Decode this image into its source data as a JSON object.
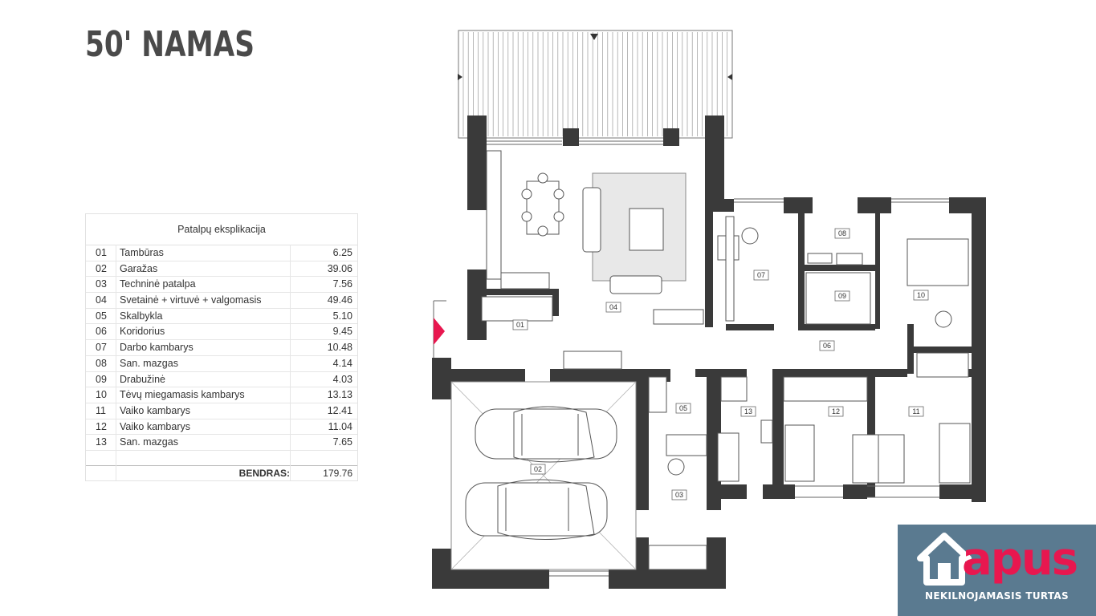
{
  "page": {
    "title": "50' NAMAS"
  },
  "table": {
    "header": "Patalpų eksplikacija",
    "rows": [
      {
        "code": "01",
        "name": "Tambūras",
        "area": "6.25"
      },
      {
        "code": "02",
        "name": "Garažas",
        "area": "39.06"
      },
      {
        "code": "03",
        "name": "Techninė patalpa",
        "area": "7.56"
      },
      {
        "code": "04",
        "name": "Svetainė + virtuvė + valgomasis",
        "area": "49.46"
      },
      {
        "code": "05",
        "name": "Skalbykla",
        "area": "5.10"
      },
      {
        "code": "06",
        "name": "Koridorius",
        "area": "9.45"
      },
      {
        "code": "07",
        "name": "Darbo kambarys",
        "area": "10.48"
      },
      {
        "code": "08",
        "name": "San. mazgas",
        "area": "4.14"
      },
      {
        "code": "09",
        "name": "Drabužinė",
        "area": "4.03"
      },
      {
        "code": "10",
        "name": "Tėvų miegamasis kambarys",
        "area": "13.13"
      },
      {
        "code": "11",
        "name": "Vaiko kambarys",
        "area": "12.41"
      },
      {
        "code": "12",
        "name": "Vaiko kambarys",
        "area": "11.04"
      },
      {
        "code": "13",
        "name": "San. mazgas",
        "area": "7.65"
      }
    ],
    "total_label": "BENDRAS:",
    "total_value": "179.76"
  },
  "plan": {
    "room_labels": [
      "01",
      "02",
      "03",
      "04",
      "05",
      "06",
      "07",
      "08",
      "09",
      "10",
      "11",
      "12",
      "13"
    ]
  },
  "logo": {
    "word": "apus",
    "subtitle": "NEKILNOJAMASIS TURTAS",
    "bg_color": "#5a7a90",
    "accent_color": "#e8174f",
    "icon": "house-logo-icon"
  },
  "colors": {
    "wall": "#3a3a3a",
    "title": "#4a4a4a",
    "entrance_marker": "#e8174f"
  }
}
